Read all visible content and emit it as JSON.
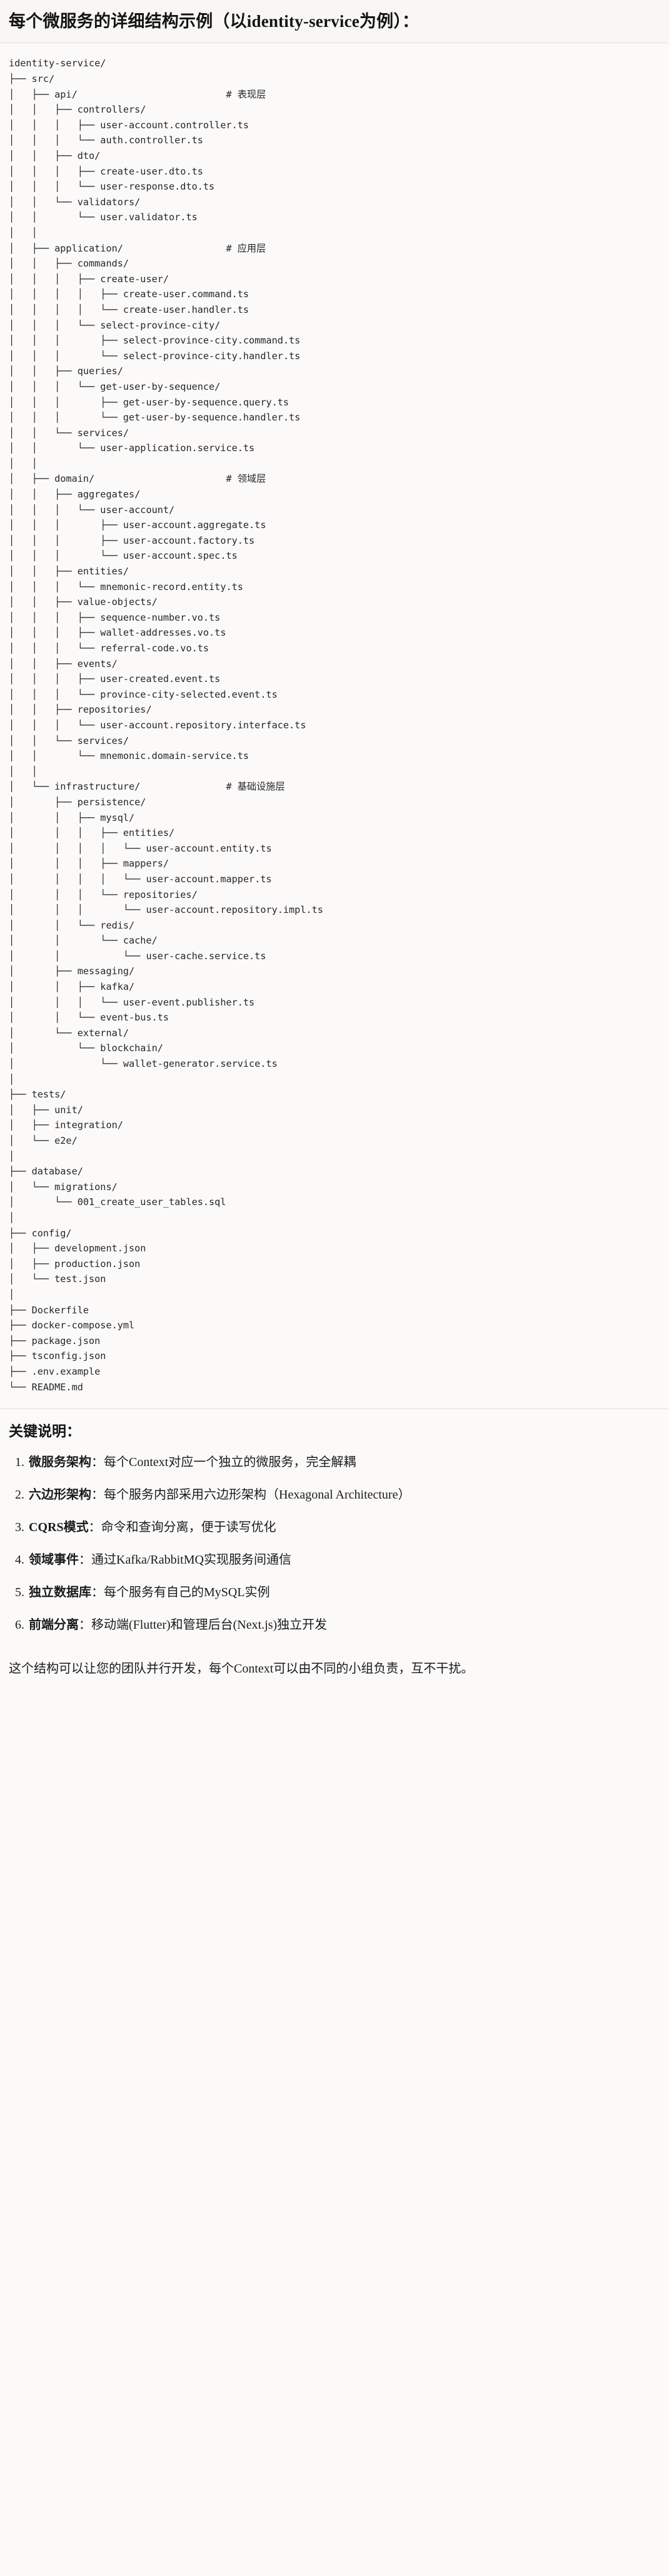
{
  "heading": "每个微服务的详细结构示例（以identity-service为例）：",
  "tree": {
    "lines": [
      "identity-service/",
      "├── src/",
      "│   ├── api/                          # 表现层",
      "│   │   ├── controllers/",
      "│   │   │   ├── user-account.controller.ts",
      "│   │   │   └── auth.controller.ts",
      "│   │   ├── dto/",
      "│   │   │   ├── create-user.dto.ts",
      "│   │   │   └── user-response.dto.ts",
      "│   │   └── validators/",
      "│   │       └── user.validator.ts",
      "│   │",
      "│   ├── application/                  # 应用层",
      "│   │   ├── commands/",
      "│   │   │   ├── create-user/",
      "│   │   │   │   ├── create-user.command.ts",
      "│   │   │   │   └── create-user.handler.ts",
      "│   │   │   └── select-province-city/",
      "│   │   │       ├── select-province-city.command.ts",
      "│   │   │       └── select-province-city.handler.ts",
      "│   │   ├── queries/",
      "│   │   │   └── get-user-by-sequence/",
      "│   │   │       ├── get-user-by-sequence.query.ts",
      "│   │   │       └── get-user-by-sequence.handler.ts",
      "│   │   └── services/",
      "│   │       └── user-application.service.ts",
      "│   │",
      "│   ├── domain/                       # 领域层",
      "│   │   ├── aggregates/",
      "│   │   │   └── user-account/",
      "│   │   │       ├── user-account.aggregate.ts",
      "│   │   │       ├── user-account.factory.ts",
      "│   │   │       └── user-account.spec.ts",
      "│   │   ├── entities/",
      "│   │   │   └── mnemonic-record.entity.ts",
      "│   │   ├── value-objects/",
      "│   │   │   ├── sequence-number.vo.ts",
      "│   │   │   ├── wallet-addresses.vo.ts",
      "│   │   │   └── referral-code.vo.ts",
      "│   │   ├── events/",
      "│   │   │   ├── user-created.event.ts",
      "│   │   │   └── province-city-selected.event.ts",
      "│   │   ├── repositories/",
      "│   │   │   └── user-account.repository.interface.ts",
      "│   │   └── services/",
      "│   │       └── mnemonic.domain-service.ts",
      "│   │",
      "│   └── infrastructure/               # 基础设施层",
      "│       ├── persistence/",
      "│       │   ├── mysql/",
      "│       │   │   ├── entities/",
      "│       │   │   │   └── user-account.entity.ts",
      "│       │   │   ├── mappers/",
      "│       │   │   │   └── user-account.mapper.ts",
      "│       │   │   └── repositories/",
      "│       │   │       └── user-account.repository.impl.ts",
      "│       │   └── redis/",
      "│       │       └── cache/",
      "│       │           └── user-cache.service.ts",
      "│       ├── messaging/",
      "│       │   ├── kafka/",
      "│       │   │   └── user-event.publisher.ts",
      "│       │   └── event-bus.ts",
      "│       └── external/",
      "│           └── blockchain/",
      "│               └── wallet-generator.service.ts",
      "│",
      "├── tests/",
      "│   ├── unit/",
      "│   ├── integration/",
      "│   └── e2e/",
      "│",
      "├── database/",
      "│   └── migrations/",
      "│       └── 001_create_user_tables.sql",
      "│",
      "├── config/",
      "│   ├── development.json",
      "│   ├── production.json",
      "│   └── test.json",
      "│",
      "├── Dockerfile",
      "├── docker-compose.yml",
      "├── package.json",
      "├── tsconfig.json",
      "├── .env.example",
      "└── README.md"
    ]
  },
  "notes": {
    "title": "关键说明：",
    "items": [
      {
        "term": "微服务架构",
        "desc": "：每个Context对应一个独立的微服务，完全解耦"
      },
      {
        "term": "六边形架构",
        "desc": "：每个服务内部采用六边形架构（Hexagonal Architecture）"
      },
      {
        "term": "CQRS模式",
        "desc": "：命令和查询分离，便于读写优化"
      },
      {
        "term": "领域事件",
        "desc": "：通过Kafka/RabbitMQ实现服务间通信"
      },
      {
        "term": "独立数据库",
        "desc": "：每个服务有自己的MySQL实例"
      },
      {
        "term": "前端分离",
        "desc": "：移动端(Flutter)和管理后台(Next.js)独立开发"
      }
    ],
    "closing": "这个结构可以让您的团队并行开发，每个Context可以由不同的小组负责，互不干扰。"
  }
}
